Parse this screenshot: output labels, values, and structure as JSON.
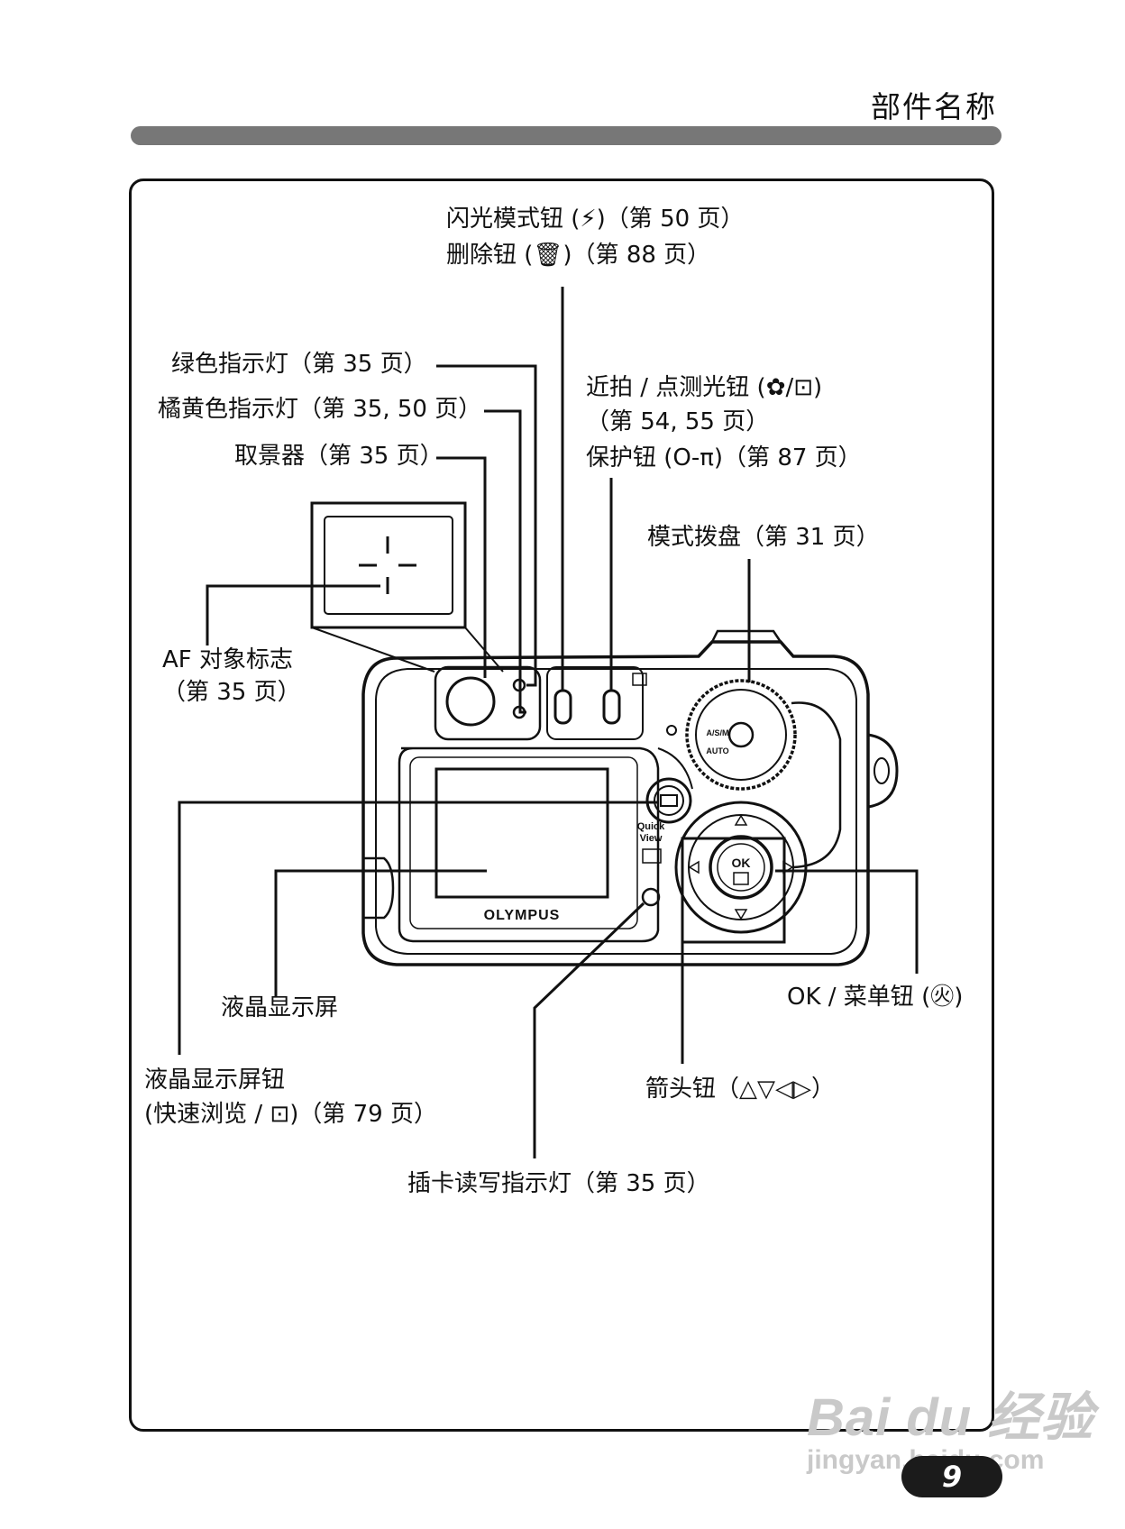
{
  "header": {
    "section_title": "部件名称"
  },
  "labels": {
    "flash_mode": "闪光模式钮 (⚡)（第 50 页）",
    "delete": "删除钮 (🗑)（第 88 页）",
    "green_lamp": "绿色指示灯（第 35 页）",
    "orange_lamp": "橘黄色指示灯（第 35, 50 页）",
    "viewfinder": "取景器（第 35 页）",
    "macro_spot_1": "近拍 / 点测光钮 (✿/⊡)",
    "macro_spot_2": "（第 54, 55 页）",
    "protect": "保护钮 (O‑π)（第 87 页）",
    "mode_dial": "模式拨盘（第 31 页）",
    "af_mark_1": "AF 对象标志",
    "af_mark_2": "（第 35 页）",
    "lcd": "液晶显示屏",
    "ok_menu": "OK / 菜单钮 (㊋)",
    "arrow": "箭头钮（△▽◁▷）",
    "monitor_button_1": "液晶显示屏钮",
    "monitor_button_2": "(快速浏览 / ⊡)（第 79 页）",
    "card_lamp": "插卡读写指示灯（第 35 页）"
  },
  "camera": {
    "brand": "OLYMPUS",
    "quick_view_1": "Quick",
    "quick_view_2": "View",
    "ok": "OK",
    "dial_pasm": "A/S/M",
    "dial_auto": "AUTO"
  },
  "footer": {
    "page_number": "9"
  },
  "watermark": {
    "logo": "Bai du 经验",
    "url": "jingyan.baidu.com"
  }
}
